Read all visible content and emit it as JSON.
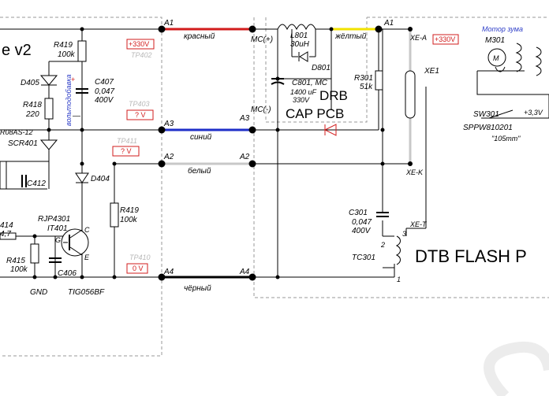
{
  "board_title": "e v2",
  "drb_title": "DRB",
  "cap_title": "CAP PCB",
  "flash_title": "DTB FLASH P",
  "nodes": {
    "a1_left": "A1",
    "a1_right": "A1",
    "a3_left": "A3",
    "a3_right": "A3",
    "a2_left": "A2",
    "a2_right": "A2",
    "a4_left": "A4",
    "a4_right": "A4"
  },
  "wires": {
    "red": "красный",
    "yellow": "жёлтый",
    "blue": "синий",
    "white": "белый",
    "black": "чёрный",
    "red_color": "#d21c1c",
    "yellow_color": "#f2e200",
    "blue_color": "#1f2fc8",
    "white_color": "#c8c8c8"
  },
  "voltages": {
    "v330_left": "+330V",
    "v330_right": "+330V",
    "v_tp403": "? V",
    "v_tp411": "? V",
    "v_tp410": "0 V",
    "v33": "+3,3V"
  },
  "testpoints": {
    "tp402": "TP402",
    "tp403": "TP403",
    "tp411": "TP411",
    "tp410": "TP410"
  },
  "components": {
    "r419a": "R419",
    "r419a_val": "100k",
    "d405": "D405",
    "r418": "R418",
    "r418_val": "220",
    "r08": "R08AS-12",
    "scr": "SCR401",
    "c412": "C412",
    "c407": "C407",
    "c407_v1": "0,047",
    "c407_v2": "400V",
    "d404": "D404",
    "rjp": "RJP4301",
    "it401": "IT401",
    "g": "G",
    "c": "C",
    "e": "E",
    "r414": "414",
    "r414_val": "4,7",
    "r415": "R415",
    "r415_val": "100k",
    "c406": "C406",
    "gnd": "GND",
    "tig": "TIG056BF",
    "r419b": "R419",
    "r419b_val": "100k",
    "mc_plus": "MC(+)",
    "mc_minus": "MC(-)",
    "l801": "L801",
    "l801_val": "30uH",
    "d801": "D801",
    "c801": "C801, MC",
    "c801_v1": "1400 uF",
    "c801_v2": "330V",
    "r301": "R301",
    "r301_val": "51k",
    "xea": "XE-A",
    "xe1": "XE1",
    "xek": "XE-K",
    "xet": "XE-T",
    "c301": "C301",
    "c301_v1": "0,047",
    "c301_v2": "400V",
    "tc301": "TC301",
    "pin1": "1",
    "pin2": "2",
    "pin3": "3",
    "m301": "M301",
    "motor_label": "Мотор зума",
    "motor_symbol": "M",
    "sw301": "SW301",
    "sppw": "SPPW810201",
    "mm105": "\"105mm\"",
    "feedback_label": "вольтодобавка",
    "plus_sign": "+",
    "minus_sign": "—"
  }
}
